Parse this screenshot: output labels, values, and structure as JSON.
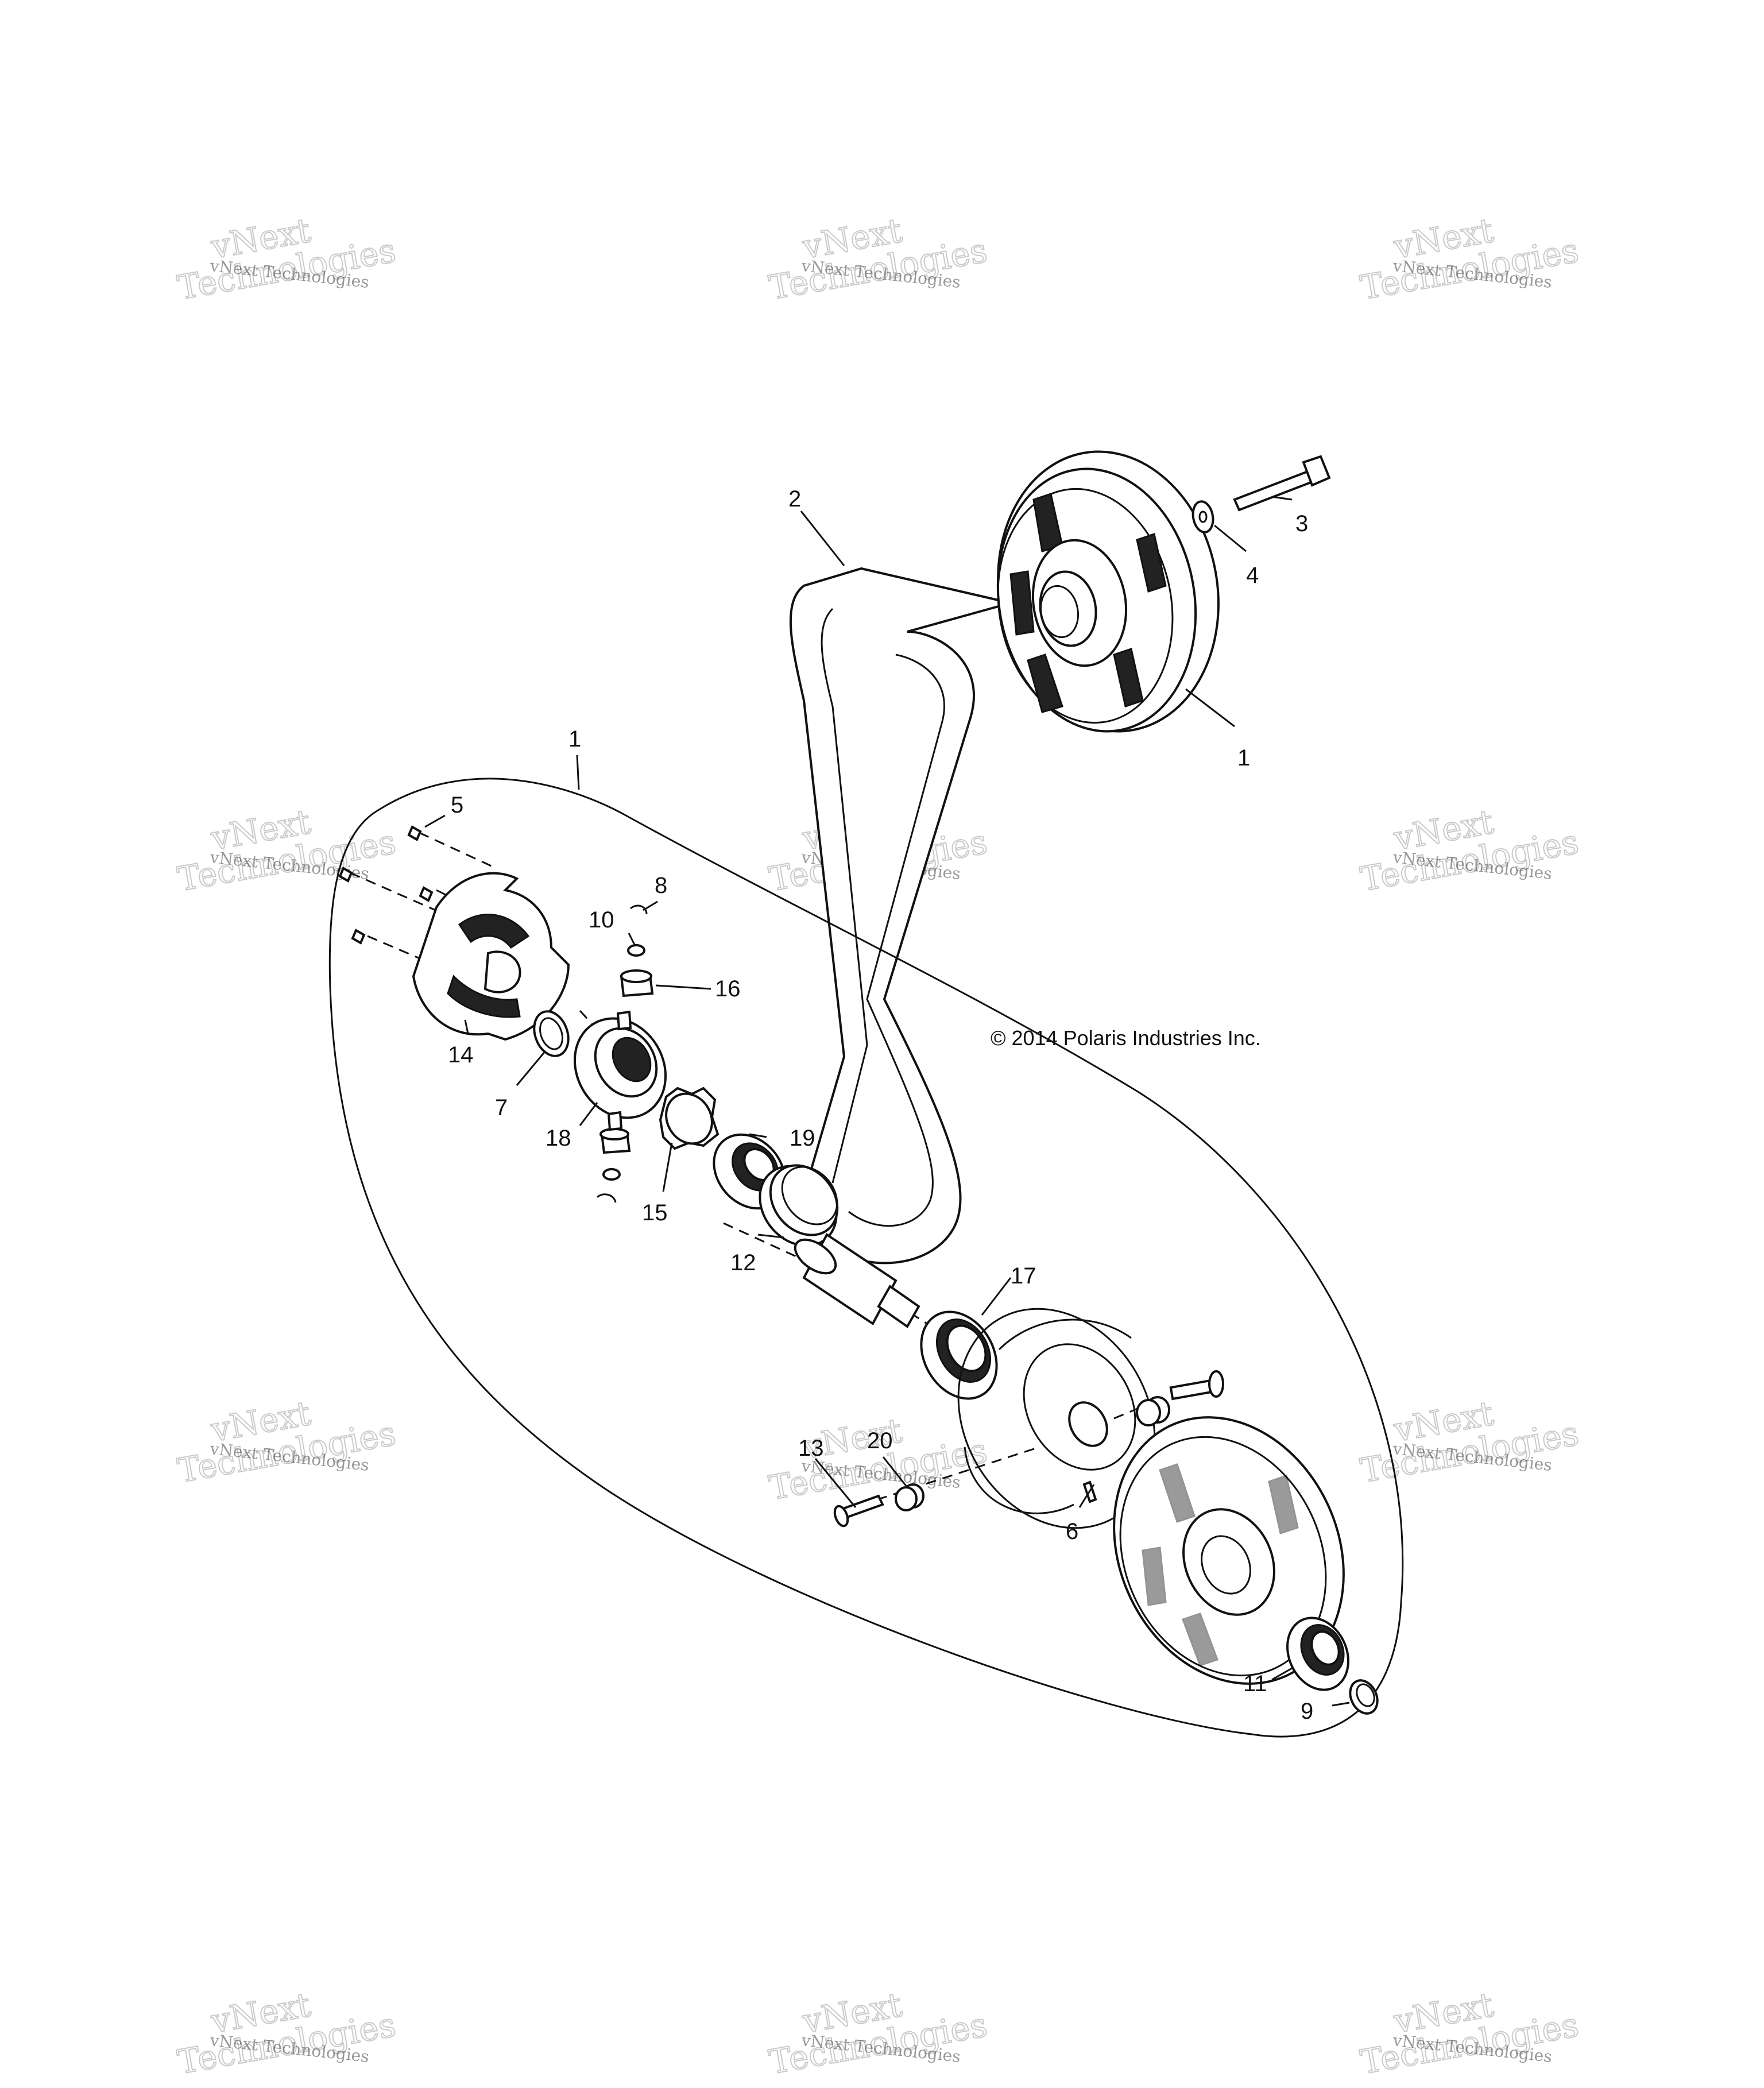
{
  "diagram": {
    "copyright": "© 2014 Polaris Industries Inc.",
    "watermark": {
      "line1": "vNext",
      "line2": "Technologies",
      "small": "vNext Technologies"
    },
    "callouts": {
      "c1_upper": "1",
      "c1_lower": "1",
      "c2": "2",
      "c3": "3",
      "c4": "4",
      "c5": "5",
      "c6": "6",
      "c7": "7",
      "c8": "8",
      "c9": "9",
      "c10": "10",
      "c11": "11",
      "c12": "12",
      "c13": "13",
      "c14": "14",
      "c15": "15",
      "c16": "16",
      "c17": "17",
      "c18": "18",
      "c19": "19",
      "c20": "20"
    }
  }
}
